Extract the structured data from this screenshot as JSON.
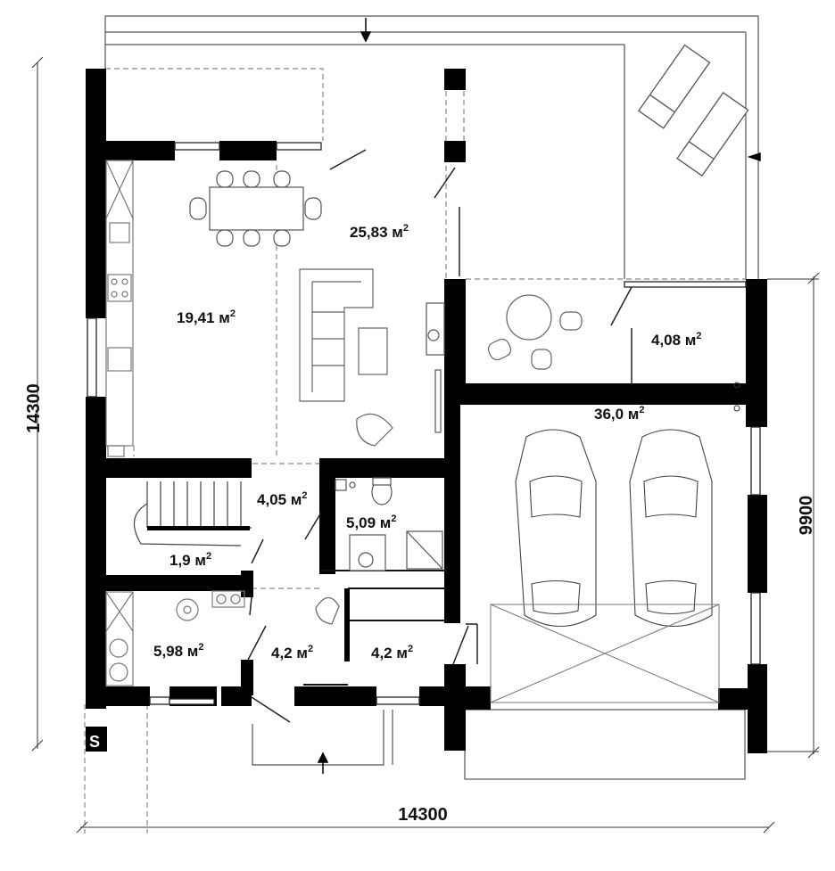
{
  "rooms": [
    {
      "id": "living",
      "area": "25,83",
      "unit": "м",
      "sup": "2"
    },
    {
      "id": "kitchen",
      "area": "19,41",
      "unit": "м",
      "sup": "2"
    },
    {
      "id": "storage-top",
      "area": "4,08",
      "unit": "м",
      "sup": "2"
    },
    {
      "id": "garage",
      "area": "36,0",
      "unit": "м",
      "sup": "2"
    },
    {
      "id": "hall",
      "area": "4,05",
      "unit": "м",
      "sup": "2"
    },
    {
      "id": "bathroom",
      "area": "5,09",
      "unit": "м",
      "sup": "2"
    },
    {
      "id": "stairs",
      "area": "1,9",
      "unit": "м",
      "sup": "2"
    },
    {
      "id": "boiler",
      "area": "5,98",
      "unit": "м",
      "sup": "2"
    },
    {
      "id": "vestibule",
      "area": "4,2",
      "unit": "м",
      "sup": "2"
    },
    {
      "id": "utility",
      "area": "4,2",
      "unit": "м",
      "sup": "2"
    }
  ],
  "dimensions": {
    "left_height": "14300",
    "bottom_width": "14300",
    "right_height": "9900"
  },
  "marks": {
    "section": "S"
  },
  "colors": {
    "wall": "#000000",
    "line": "#555555",
    "dash": "#888888"
  }
}
